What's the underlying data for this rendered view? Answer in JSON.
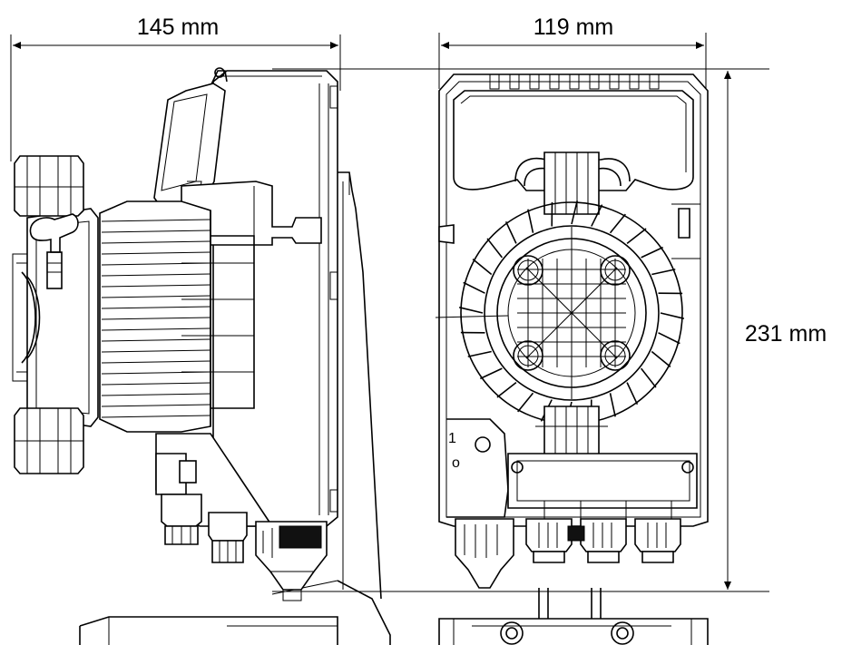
{
  "dimensions": {
    "side_width": "145 mm",
    "front_width": "119 mm",
    "height": "231 mm"
  },
  "front_marks": {
    "mark_one": "1",
    "mark_zero": "o"
  }
}
